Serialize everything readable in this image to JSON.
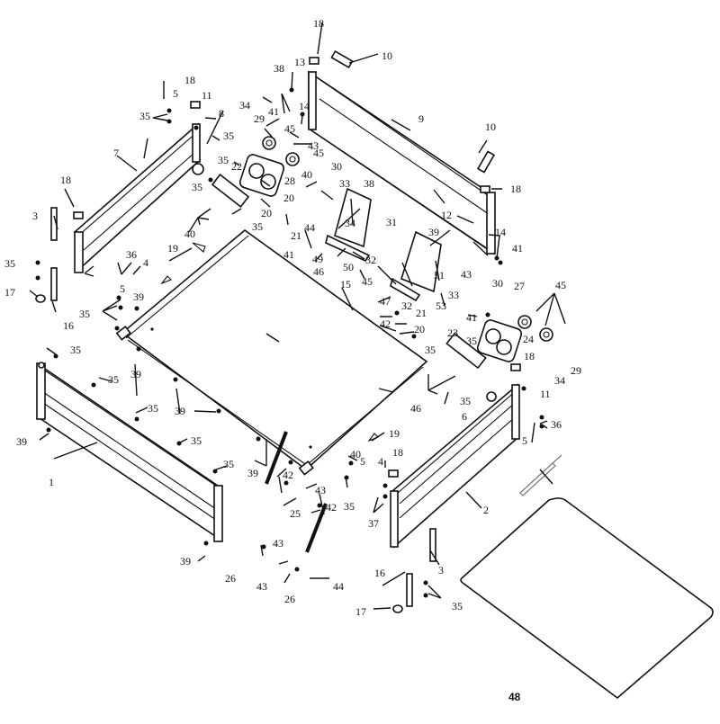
{
  "diagram": {
    "type": "exploded-parts-diagram",
    "colors": {
      "line": "#111111",
      "background": "#ffffff",
      "gray_part": "#777777"
    },
    "callouts": [
      {
        "id": "c1",
        "label": "1"
      },
      {
        "id": "c2",
        "label": "2"
      },
      {
        "id": "c3a",
        "label": "3"
      },
      {
        "id": "c3b",
        "label": "3"
      },
      {
        "id": "c4a",
        "label": "4"
      },
      {
        "id": "c4b",
        "label": "4"
      },
      {
        "id": "c5a",
        "label": "5"
      },
      {
        "id": "c5b",
        "label": "5"
      },
      {
        "id": "c5c",
        "label": "5"
      },
      {
        "id": "c5d",
        "label": "5"
      },
      {
        "id": "c6",
        "label": "6"
      },
      {
        "id": "c7",
        "label": "7"
      },
      {
        "id": "c8",
        "label": "8"
      },
      {
        "id": "c9",
        "label": "9"
      },
      {
        "id": "c10a",
        "label": "10"
      },
      {
        "id": "c10b",
        "label": "10"
      },
      {
        "id": "c11a",
        "label": "11"
      },
      {
        "id": "c11b",
        "label": "11"
      },
      {
        "id": "c12",
        "label": "12"
      },
      {
        "id": "c13",
        "label": "13"
      },
      {
        "id": "c14a",
        "label": "14"
      },
      {
        "id": "c14b",
        "label": "14"
      },
      {
        "id": "c15",
        "label": "15"
      },
      {
        "id": "c16a",
        "label": "16"
      },
      {
        "id": "c16b",
        "label": "16"
      },
      {
        "id": "c17a",
        "label": "17"
      },
      {
        "id": "c17b",
        "label": "17"
      },
      {
        "id": "c18a",
        "label": "18"
      },
      {
        "id": "c18b",
        "label": "18"
      },
      {
        "id": "c18c",
        "label": "18"
      },
      {
        "id": "c18d",
        "label": "18"
      },
      {
        "id": "c18e",
        "label": "18"
      },
      {
        "id": "c18f",
        "label": "18"
      },
      {
        "id": "c19a",
        "label": "19"
      },
      {
        "id": "c19b",
        "label": "19"
      },
      {
        "id": "c20a",
        "label": "20"
      },
      {
        "id": "c20b",
        "label": "20"
      },
      {
        "id": "c20c",
        "label": "20"
      },
      {
        "id": "c21a",
        "label": "21"
      },
      {
        "id": "c21b",
        "label": "21"
      },
      {
        "id": "c22",
        "label": "22"
      },
      {
        "id": "c23",
        "label": "23"
      },
      {
        "id": "c24",
        "label": "24"
      },
      {
        "id": "c25",
        "label": "25"
      },
      {
        "id": "c26a",
        "label": "26"
      },
      {
        "id": "c26b",
        "label": "26"
      },
      {
        "id": "c27",
        "label": "27"
      },
      {
        "id": "c28",
        "label": "28"
      },
      {
        "id": "c29a",
        "label": "29"
      },
      {
        "id": "c29b",
        "label": "29"
      },
      {
        "id": "c30a",
        "label": "30"
      },
      {
        "id": "c30b",
        "label": "30"
      },
      {
        "id": "c31",
        "label": "31"
      },
      {
        "id": "c32a",
        "label": "32"
      },
      {
        "id": "c32b",
        "label": "32"
      },
      {
        "id": "c33a",
        "label": "33"
      },
      {
        "id": "c33b",
        "label": "33"
      },
      {
        "id": "c34a",
        "label": "34"
      },
      {
        "id": "c34b",
        "label": "34"
      },
      {
        "id": "c34c",
        "label": "34"
      },
      {
        "id": "c35a",
        "label": "35"
      },
      {
        "id": "c35b",
        "label": "35"
      },
      {
        "id": "c35c",
        "label": "35"
      },
      {
        "id": "c35d",
        "label": "35"
      },
      {
        "id": "c35e",
        "label": "35"
      },
      {
        "id": "c35f",
        "label": "35"
      },
      {
        "id": "c35g",
        "label": "35"
      },
      {
        "id": "c35h",
        "label": "35"
      },
      {
        "id": "c35i",
        "label": "35"
      },
      {
        "id": "c35j",
        "label": "35"
      },
      {
        "id": "c35k",
        "label": "35"
      },
      {
        "id": "c35l",
        "label": "35"
      },
      {
        "id": "c35m",
        "label": "35"
      },
      {
        "id": "c35n",
        "label": "35"
      },
      {
        "id": "c35o",
        "label": "35"
      },
      {
        "id": "c35p",
        "label": "35"
      },
      {
        "id": "c35q",
        "label": "35"
      },
      {
        "id": "c36a",
        "label": "36"
      },
      {
        "id": "c36b",
        "label": "36"
      },
      {
        "id": "c37",
        "label": "37"
      },
      {
        "id": "c38a",
        "label": "38"
      },
      {
        "id": "c38b",
        "label": "38"
      },
      {
        "id": "c39a",
        "label": "39"
      },
      {
        "id": "c39b",
        "label": "39"
      },
      {
        "id": "c39c",
        "label": "39"
      },
      {
        "id": "c39d",
        "label": "39"
      },
      {
        "id": "c39e",
        "label": "39"
      },
      {
        "id": "c39f",
        "label": "39"
      },
      {
        "id": "c39g",
        "label": "39"
      },
      {
        "id": "c40a",
        "label": "40"
      },
      {
        "id": "c40b",
        "label": "40"
      },
      {
        "id": "c40c",
        "label": "40"
      },
      {
        "id": "c41a",
        "label": "41"
      },
      {
        "id": "c41b",
        "label": "41"
      },
      {
        "id": "c41c",
        "label": "41"
      },
      {
        "id": "c41d",
        "label": "41"
      },
      {
        "id": "c42a",
        "label": "42"
      },
      {
        "id": "c42b",
        "label": "42"
      },
      {
        "id": "c42c",
        "label": "42"
      },
      {
        "id": "c43a",
        "label": "43"
      },
      {
        "id": "c43b",
        "label": "43"
      },
      {
        "id": "c43c",
        "label": "43"
      },
      {
        "id": "c43d",
        "label": "43"
      },
      {
        "id": "c43e",
        "label": "43"
      },
      {
        "id": "c44a",
        "label": "44"
      },
      {
        "id": "c44b",
        "label": "44"
      },
      {
        "id": "c45a",
        "label": "45"
      },
      {
        "id": "c45b",
        "label": "45"
      },
      {
        "id": "c45c",
        "label": "45"
      },
      {
        "id": "c45d",
        "label": "45"
      },
      {
        "id": "c46a",
        "label": "46"
      },
      {
        "id": "c46b",
        "label": "46"
      },
      {
        "id": "c47",
        "label": "47"
      },
      {
        "id": "c48",
        "label": "48"
      },
      {
        "id": "c49",
        "label": "49"
      },
      {
        "id": "c50",
        "label": "50"
      },
      {
        "id": "c51",
        "label": "51"
      },
      {
        "id": "c53",
        "label": "53"
      }
    ]
  }
}
